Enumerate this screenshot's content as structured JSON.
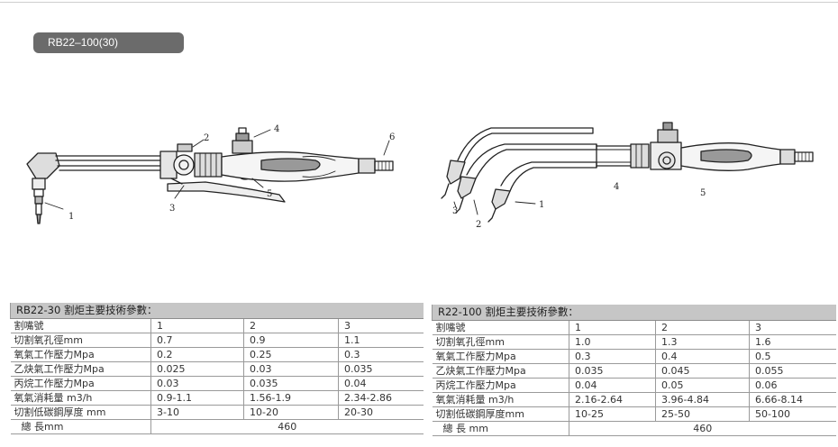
{
  "header": {
    "model_label": "RB22–100(30)"
  },
  "drawing_labels": {
    "left": [
      "1",
      "2",
      "3",
      "4",
      "5",
      "6"
    ],
    "right": [
      "1",
      "2",
      "3",
      "4",
      "5"
    ]
  },
  "tables": [
    {
      "title": "RB22-30 割炬主要技術參數：",
      "header": {
        "label": "割嘴號",
        "values": [
          "1",
          "2",
          "3"
        ]
      },
      "rows": [
        {
          "label": "切割氧孔徑mm",
          "values": [
            "0.7",
            "0.9",
            "1.1"
          ]
        },
        {
          "label": "氧氣工作壓力Mpa",
          "values": [
            "0.2",
            "0.25",
            "0.3"
          ]
        },
        {
          "label": "乙炔氣工作壓力Mpa",
          "values": [
            "0.025",
            "0.03",
            "0.035"
          ]
        },
        {
          "label": "丙烷工作壓力Mpa",
          "values": [
            "0.03",
            "0.035",
            "0.04"
          ]
        },
        {
          "label": "氧氣消耗量 m3/h",
          "values": [
            "0.9-1.1",
            "1.56-1.9",
            "2.34-2.86"
          ]
        },
        {
          "label": "切割低碳鋼厚度 mm",
          "values": [
            "3-10",
            "10-20",
            "20-30"
          ]
        }
      ],
      "length": {
        "label": "總  長mm",
        "value": "460"
      }
    },
    {
      "title": "R22-100 割炬主要技術參數：",
      "header": {
        "label": "割嘴號",
        "values": [
          "1",
          "2",
          "3"
        ]
      },
      "rows": [
        {
          "label": "切割氧孔徑mm",
          "values": [
            "1.0",
            "1.3",
            "1.6"
          ]
        },
        {
          "label": "氧氣工作壓力Mpa",
          "values": [
            "0.3",
            "0.4",
            "0.5"
          ]
        },
        {
          "label": "乙炔氣工作壓力Mpa",
          "values": [
            "0.035",
            "0.045",
            "0.055"
          ]
        },
        {
          "label": "丙烷工作壓力Mpa",
          "values": [
            "0.04",
            "0.05",
            "0.06"
          ]
        },
        {
          "label": "氧氣消耗量 m3/h",
          "values": [
            "2.16-2.64",
            "3.96-4.84",
            "6.66-8.14"
          ]
        },
        {
          "label": "切割低碳鋼厚度mm",
          "values": [
            "10-25",
            "25-50",
            "50-100"
          ]
        }
      ],
      "length": {
        "label": "總  長 mm",
        "value": "460"
      }
    }
  ]
}
